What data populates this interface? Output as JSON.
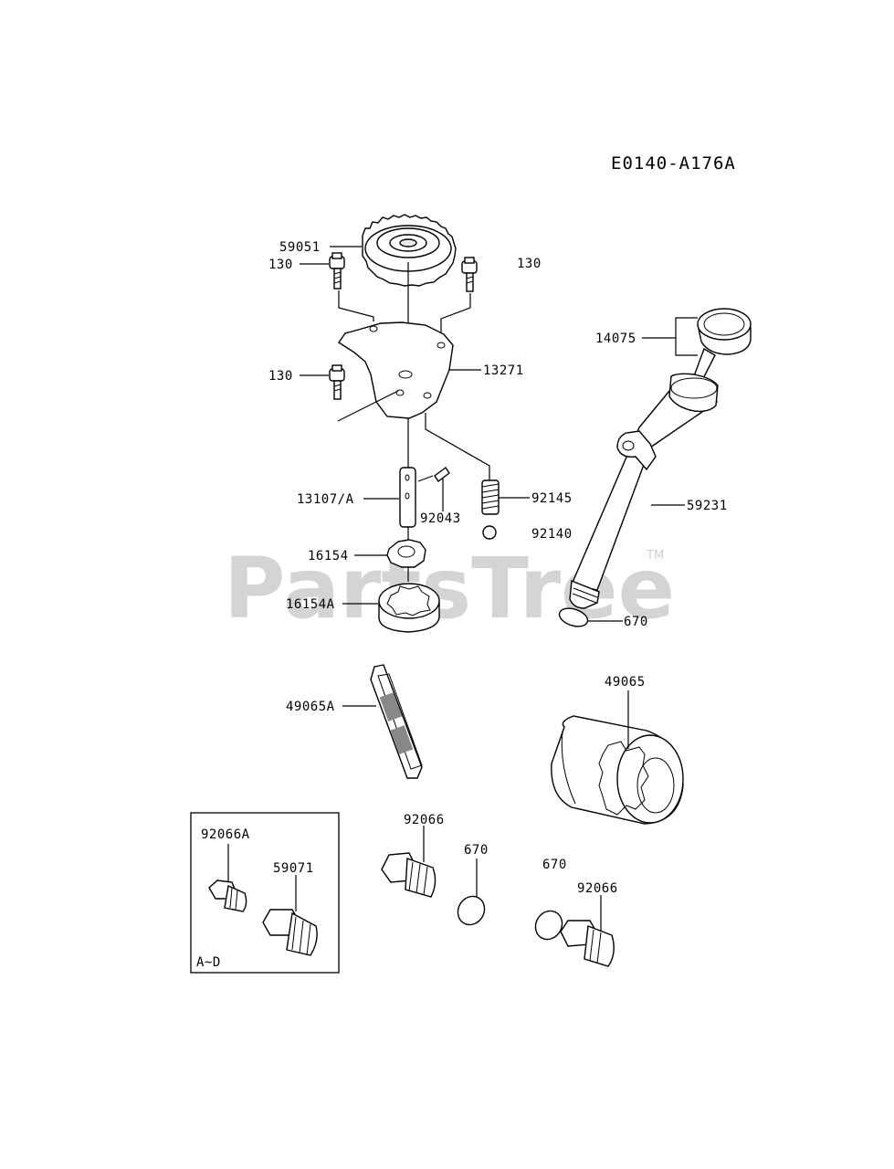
{
  "diagram": {
    "code": "E0140-A176A",
    "watermark": "PartsTree",
    "trademark": "TM",
    "inset_note": "A~D"
  },
  "labels": {
    "gear": "59051",
    "bolt_left_top": "130",
    "bolt_right_top": "130",
    "plate": "13271",
    "bolt_left_mid": "130",
    "dipstick_cap": "14075",
    "shaft": "13107/A",
    "pin": "92043",
    "spring": "92145",
    "ball": "92140",
    "dipstick_tube": "59231",
    "rotor_inner": "16154",
    "rotor_outer": "16154A",
    "oring_tube": "670",
    "screen": "49065A",
    "filter": "49065",
    "plug_inset": "92066A",
    "fitting_inset": "59071",
    "plug_center": "92066",
    "oring_center": "670",
    "oring_right": "670",
    "plug_right": "92066"
  }
}
